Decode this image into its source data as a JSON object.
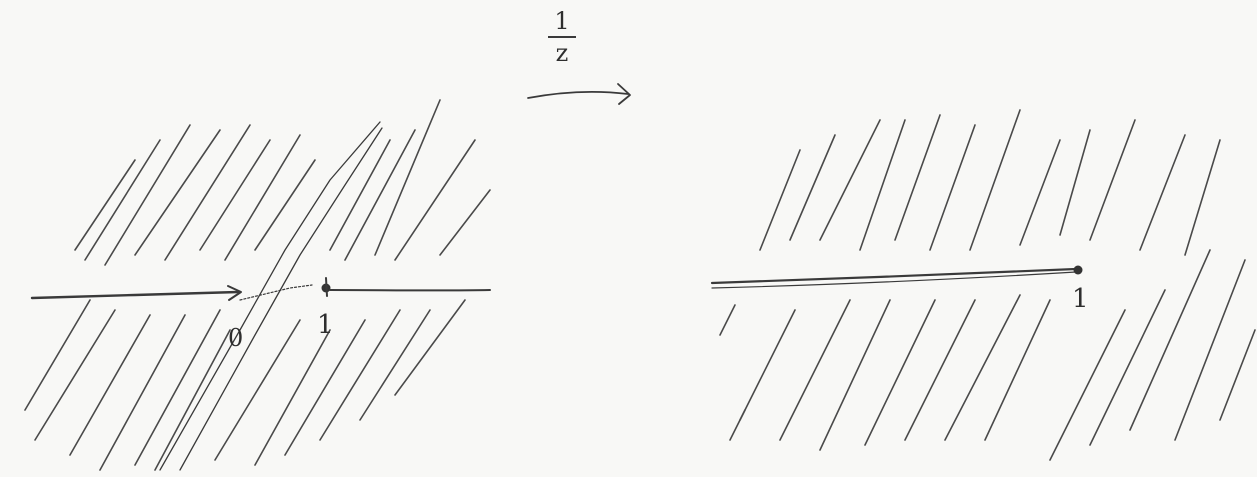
{
  "map": {
    "numerator": "1",
    "denominator": "z"
  },
  "left_panel": {
    "label_zero": "0",
    "label_one": "1"
  },
  "right_panel": {
    "label_one": "1"
  }
}
